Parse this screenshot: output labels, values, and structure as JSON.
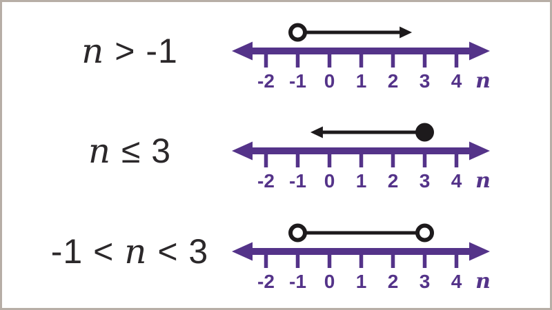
{
  "title_context": "inequalities-on-number-lines",
  "colors": {
    "axis_purple": "#543389",
    "interval_black": "#1d1a1c",
    "label_dark": "#2b282a",
    "background": "#ffffff",
    "border": "#b7aea6",
    "endpoint_fill_open": "#ffffff"
  },
  "axis": {
    "tick_values": [
      -2,
      -1,
      0,
      1,
      2,
      3,
      4
    ],
    "tick_labels": [
      "-2",
      "-1",
      "0",
      "1",
      "2",
      "3",
      "4"
    ],
    "variable": "n"
  },
  "rows": [
    {
      "label_pre": "",
      "label_var": "n",
      "label_suf": " > -1",
      "inequality": "n > -1",
      "interval": {
        "kind": "ray",
        "endpoint": -1,
        "endpoint_style": "open",
        "direction": "right",
        "arrow_to": 2.6
      }
    },
    {
      "label_pre": "",
      "label_var": "n",
      "label_suf": " ≤ 3",
      "inequality": "n ≤ 3",
      "interval": {
        "kind": "ray",
        "endpoint": 3,
        "endpoint_style": "closed",
        "direction": "left",
        "arrow_to": -0.6
      }
    },
    {
      "label_pre": "-1 < ",
      "label_var": "n",
      "label_suf": " < 3",
      "inequality": "-1 < n < 3",
      "interval": {
        "kind": "segment",
        "from": -1,
        "to": 3,
        "from_style": "open",
        "to_style": "open"
      }
    }
  ]
}
